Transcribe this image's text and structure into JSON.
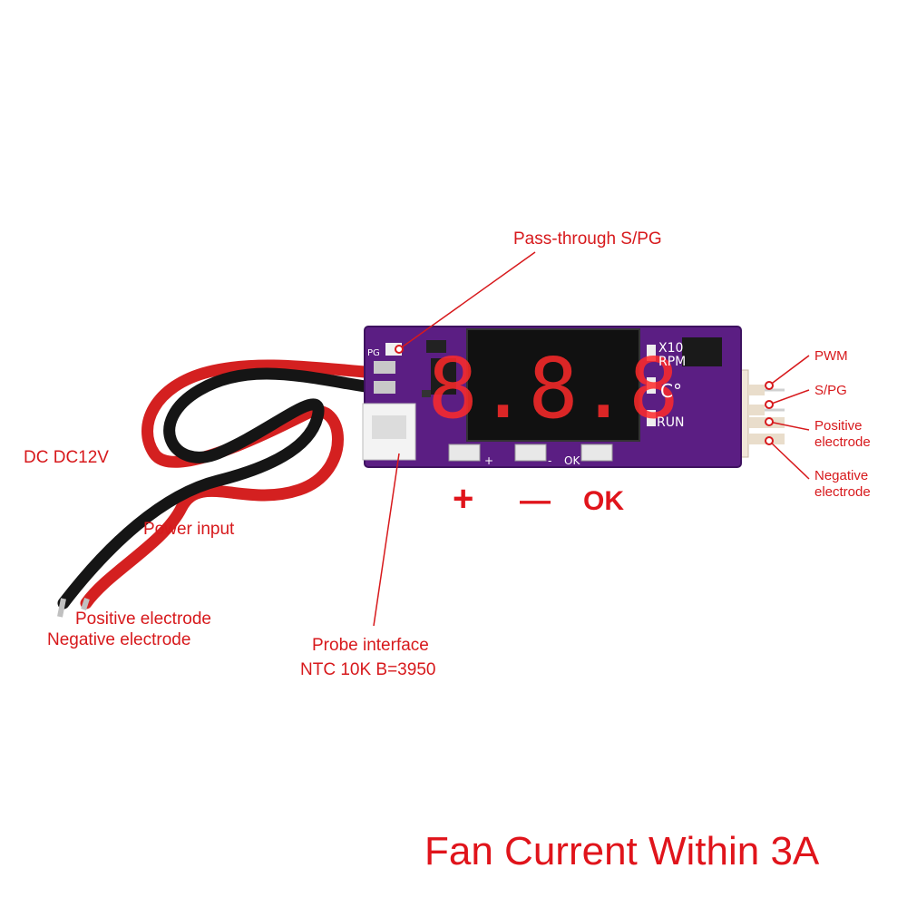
{
  "labels": {
    "pass_through": "Pass-through S/PG",
    "dc_input": "DC DC12V",
    "power_input": "Power input",
    "wire_positive": "Positive electrode",
    "wire_negative": "Negative electrode",
    "probe_line1": "Probe interface",
    "probe_line2": "NTC 10K B=3950",
    "pin_pwm": "PWM",
    "pin_spg": "S/PG",
    "pin_pos_line1": "Positive",
    "pin_pos_line2": "electrode",
    "pin_neg_line1": "Negative",
    "pin_neg_line2": "electrode"
  },
  "buttons": {
    "plus": "+",
    "minus": "—",
    "ok": "OK"
  },
  "caption": "Fan Current Within 3A",
  "board_silk": {
    "x10": "X10",
    "rpm": "RPM",
    "celsius": "C°",
    "run": "RUN",
    "pg": "PG",
    "plus": "+",
    "minus": "-",
    "ok": "OK"
  },
  "display": "8.8.8",
  "colors": {
    "label_red": "#d7191c",
    "pcb_purple": "#5b1e83",
    "segment_red": "#ff2a2a",
    "display_black": "#111111"
  }
}
